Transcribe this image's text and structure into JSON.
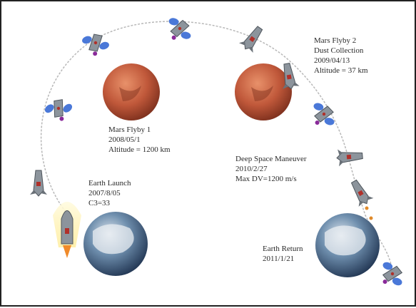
{
  "labels": {
    "mars_flyby_2": {
      "line1": "Mars Flyby 2",
      "line2": "Dust Collection",
      "line3": "2009/04/13",
      "line4": "Altitude = 37 km"
    },
    "mars_flyby_1": {
      "line1": "Mars Flyby 1",
      "line2": "2008/05/1",
      "line3": "Altitude = 1200 km"
    },
    "deep_space": {
      "line1": "Deep Space Maneuver",
      "line2": "2010/2/27",
      "line3": "Max DV=1200 m/s"
    },
    "earth_launch": {
      "line1": "Earth Launch",
      "line2": "2007/8/05",
      "line3": "C3=33"
    },
    "earth_return": {
      "line1": "Earth Return",
      "line2": "2011/1/21"
    }
  },
  "colors": {
    "trajectory": "#b8b8b8",
    "mars": "#c0583a",
    "earth_ocean": "#3a5f86",
    "earth_cloud": "#e9eef2",
    "panel": "#4a78d8",
    "craft_body": "#8c949c",
    "thruster_glow": "#fff3a8"
  },
  "icons": [
    "spacecraft-icon",
    "mars-icon",
    "earth-icon",
    "rocket-icon"
  ]
}
